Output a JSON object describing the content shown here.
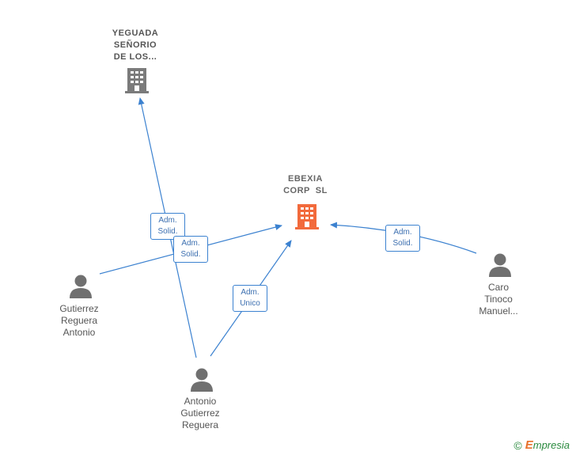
{
  "colors": {
    "edge": "#3c82d0",
    "company_main": "#f26a3c",
    "company_other": "#7b7b7b",
    "person": "#707070"
  },
  "nodes": {
    "yeguada": {
      "label_lines": [
        "YEGUADA",
        "SEÑORIO",
        "DE LOS..."
      ],
      "icon": "building-icon"
    },
    "ebexia": {
      "label_lines": [
        "EBEXIA",
        "CORP  SL"
      ],
      "icon": "building-icon"
    },
    "gutierrez": {
      "label_lines": [
        "Gutierrez",
        "Reguera",
        "Antonio"
      ],
      "icon": "person-icon"
    },
    "antonio": {
      "label_lines": [
        "Antonio",
        "Gutierrez",
        "Reguera"
      ],
      "icon": "person-icon"
    },
    "caro": {
      "label_lines": [
        "Caro",
        "Tinoco",
        "Manuel..."
      ],
      "icon": "person-icon"
    }
  },
  "relations": {
    "rel1": {
      "lines": [
        "Adm.",
        "Solid."
      ]
    },
    "rel2": {
      "lines": [
        "Adm.",
        "Solid."
      ]
    },
    "rel3": {
      "lines": [
        "Adm.",
        "Unico"
      ]
    },
    "rel4": {
      "lines": [
        "Adm.",
        "Solid."
      ]
    }
  },
  "footer": {
    "copyright": "©",
    "brand_initial": "E",
    "brand_rest": "mpresia"
  }
}
